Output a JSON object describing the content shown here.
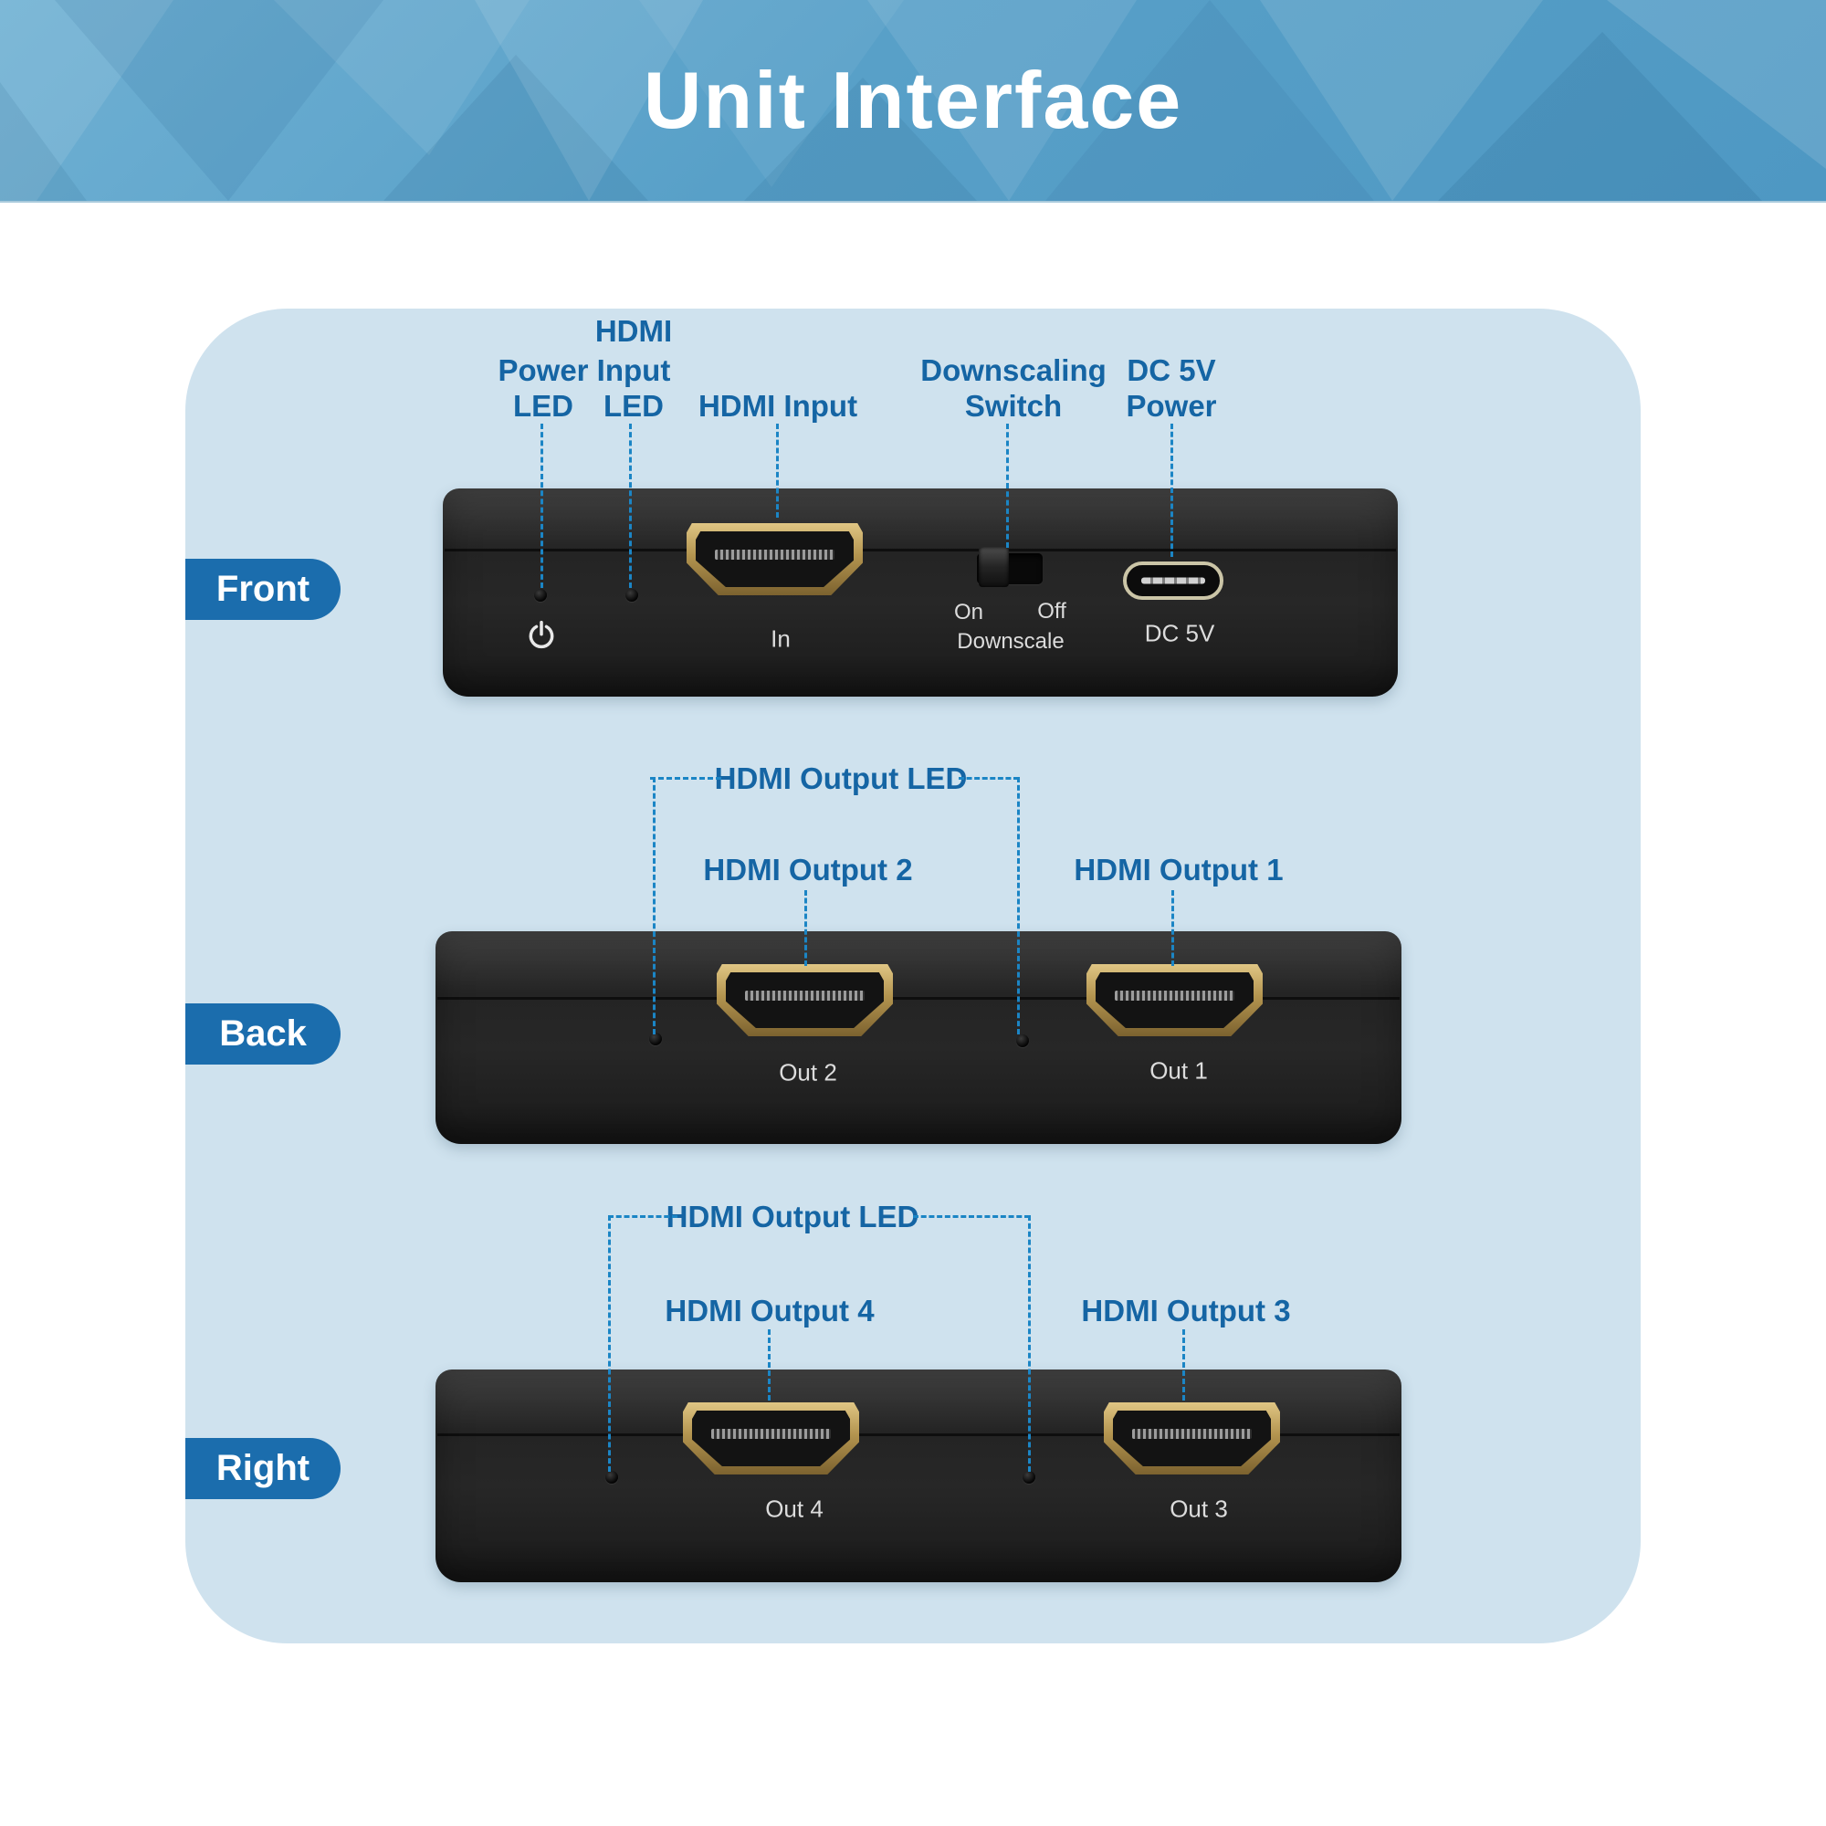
{
  "title": "Unit Interface",
  "colors": {
    "banner_base": "#58a0c8",
    "panel_bg": "#cfe2ee",
    "label_blue": "#1565a4",
    "pill_blue": "#1b6dad",
    "dash_blue": "#1b85c5",
    "device_black": "#242424",
    "port_gold": "#b3944f"
  },
  "views": {
    "front": {
      "pill": "Front",
      "power_led": [
        "Power",
        "LED"
      ],
      "hdmi_input_led": [
        "HDMI",
        "Input",
        "LED"
      ],
      "hdmi_input": "HDMI Input",
      "downscaling_switch": [
        "Downscaling",
        "Switch"
      ],
      "dc_power": [
        "DC 5V",
        "Power"
      ],
      "device": {
        "in": "In",
        "on": "On",
        "off": "Off",
        "downscale": "Downscale",
        "dc5v": "DC 5V"
      }
    },
    "back": {
      "pill": "Back",
      "output_led": "HDMI Output LED",
      "output2": "HDMI Output 2",
      "output1": "HDMI Output 1",
      "device": {
        "out2": "Out 2",
        "out1": "Out 1"
      }
    },
    "right": {
      "pill": "Right",
      "output_led": "HDMI Output LED",
      "output4": "HDMI Output 4",
      "output3": "HDMI Output 3",
      "device": {
        "out4": "Out 4",
        "out3": "Out 3"
      }
    }
  }
}
